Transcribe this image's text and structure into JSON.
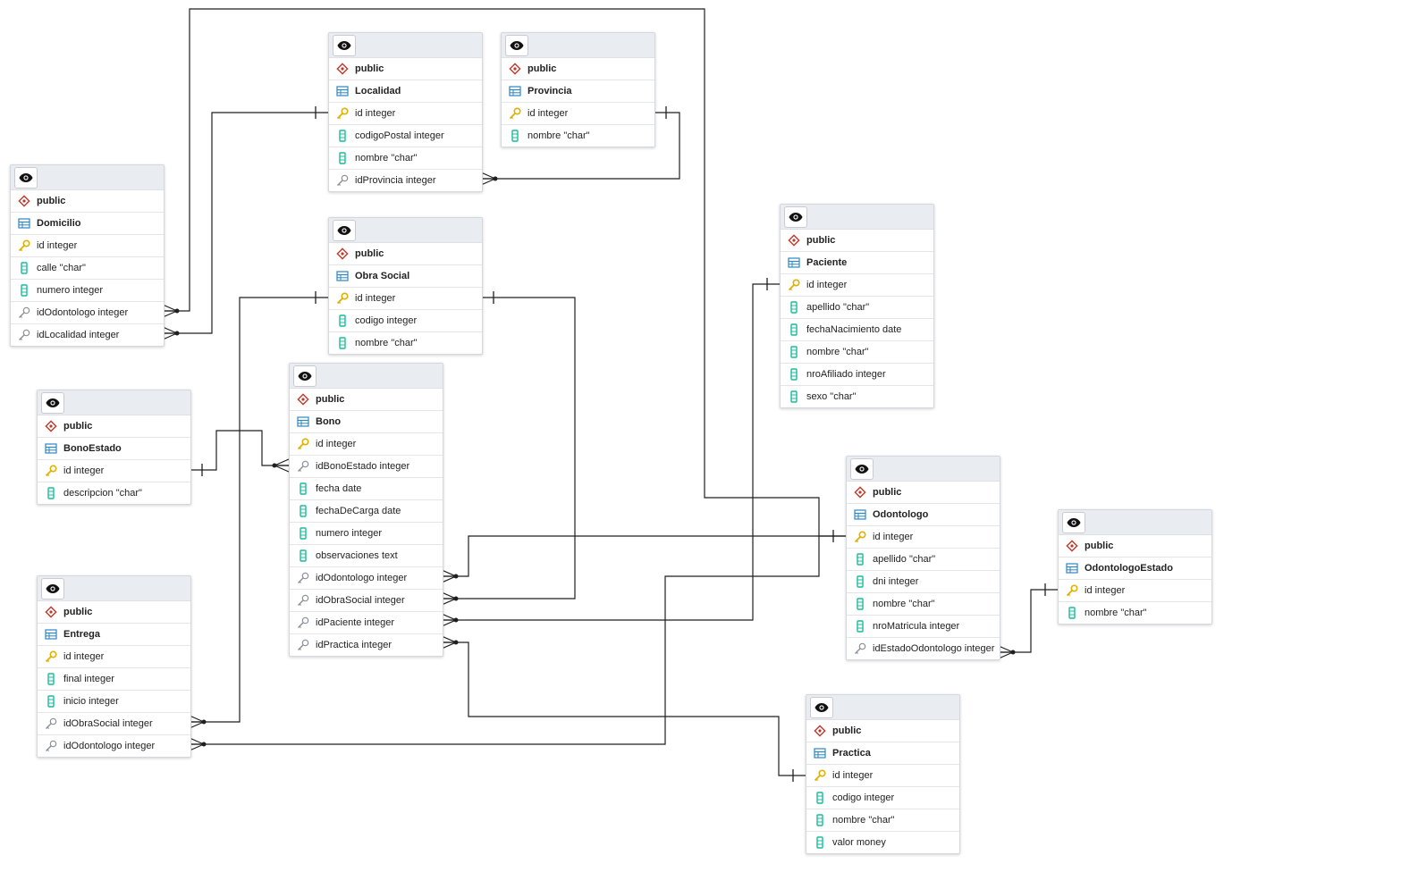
{
  "tables": [
    {
      "id": "localidad",
      "schema": "public",
      "name": "Localidad",
      "columns": [
        {
          "label": "id integer",
          "kind": "pk"
        },
        {
          "label": "codigoPostal integer",
          "kind": "col"
        },
        {
          "label": "nombre \"char\"",
          "kind": "col"
        },
        {
          "label": "idProvincia integer",
          "kind": "fk"
        }
      ]
    },
    {
      "id": "provincia",
      "schema": "public",
      "name": "Provincia",
      "columns": [
        {
          "label": "id integer",
          "kind": "pk"
        },
        {
          "label": "nombre \"char\"",
          "kind": "col"
        }
      ]
    },
    {
      "id": "domicilio",
      "schema": "public",
      "name": "Domicilio",
      "columns": [
        {
          "label": "id integer",
          "kind": "pk"
        },
        {
          "label": "calle \"char\"",
          "kind": "col"
        },
        {
          "label": "numero integer",
          "kind": "col"
        },
        {
          "label": "idOdontologo integer",
          "kind": "fk"
        },
        {
          "label": "idLocalidad integer",
          "kind": "fk"
        }
      ]
    },
    {
      "id": "obrasocial",
      "schema": "public",
      "name": "Obra Social",
      "columns": [
        {
          "label": "id integer",
          "kind": "pk"
        },
        {
          "label": "codigo integer",
          "kind": "col"
        },
        {
          "label": "nombre \"char\"",
          "kind": "col"
        }
      ]
    },
    {
      "id": "paciente",
      "schema": "public",
      "name": "Paciente",
      "columns": [
        {
          "label": "id integer",
          "kind": "pk"
        },
        {
          "label": "apellido \"char\"",
          "kind": "col"
        },
        {
          "label": "fechaNacimiento date",
          "kind": "col"
        },
        {
          "label": "nombre \"char\"",
          "kind": "col"
        },
        {
          "label": "nroAfiliado integer",
          "kind": "col"
        },
        {
          "label": "sexo \"char\"",
          "kind": "col"
        }
      ]
    },
    {
      "id": "bonoestado",
      "schema": "public",
      "name": "BonoEstado",
      "columns": [
        {
          "label": "id integer",
          "kind": "pk"
        },
        {
          "label": "descripcion \"char\"",
          "kind": "col"
        }
      ]
    },
    {
      "id": "bono",
      "schema": "public",
      "name": "Bono",
      "columns": [
        {
          "label": "id integer",
          "kind": "pk"
        },
        {
          "label": "idBonoEstado integer",
          "kind": "fk"
        },
        {
          "label": "fecha date",
          "kind": "col"
        },
        {
          "label": "fechaDeCarga date",
          "kind": "col"
        },
        {
          "label": "numero integer",
          "kind": "col"
        },
        {
          "label": "observaciones text",
          "kind": "col"
        },
        {
          "label": "idOdontologo integer",
          "kind": "fk"
        },
        {
          "label": "idObraSocial integer",
          "kind": "fk"
        },
        {
          "label": "idPaciente integer",
          "kind": "fk"
        },
        {
          "label": "idPractica integer",
          "kind": "fk"
        }
      ]
    },
    {
      "id": "odontologo",
      "schema": "public",
      "name": "Odontologo",
      "columns": [
        {
          "label": "id integer",
          "kind": "pk"
        },
        {
          "label": "apellido \"char\"",
          "kind": "col"
        },
        {
          "label": "dni integer",
          "kind": "col"
        },
        {
          "label": "nombre \"char\"",
          "kind": "col"
        },
        {
          "label": "nroMatricula integer",
          "kind": "col"
        },
        {
          "label": "idEstadoOdontologo integer",
          "kind": "fk"
        }
      ]
    },
    {
      "id": "odontologoestado",
      "schema": "public",
      "name": "OdontologoEstado",
      "columns": [
        {
          "label": "id integer",
          "kind": "pk"
        },
        {
          "label": "nombre \"char\"",
          "kind": "col"
        }
      ]
    },
    {
      "id": "entrega",
      "schema": "public",
      "name": "Entrega",
      "columns": [
        {
          "label": "id integer",
          "kind": "pk"
        },
        {
          "label": "final integer",
          "kind": "col"
        },
        {
          "label": "inicio integer",
          "kind": "col"
        },
        {
          "label": "idObraSocial integer",
          "kind": "fk"
        },
        {
          "label": "idOdontologo integer",
          "kind": "fk"
        }
      ]
    },
    {
      "id": "practica",
      "schema": "public",
      "name": "Practica",
      "columns": [
        {
          "label": "id integer",
          "kind": "pk"
        },
        {
          "label": "codigo integer",
          "kind": "col"
        },
        {
          "label": "nombre \"char\"",
          "kind": "col"
        },
        {
          "label": "valor money",
          "kind": "col"
        }
      ]
    }
  ],
  "colors": {
    "schema_icon": "#c0392b",
    "table_icon": "#2e86c1",
    "pk_icon": "#e0b000",
    "col_icon": "#1abc9c",
    "fk_icon": "#8a8f96",
    "line": "#1f1f1f"
  },
  "icons": {
    "view": "eye-icon",
    "schema": "schema-icon",
    "table": "table-icon",
    "pk": "key-icon",
    "fk": "foreign-key-icon",
    "col": "column-icon"
  }
}
